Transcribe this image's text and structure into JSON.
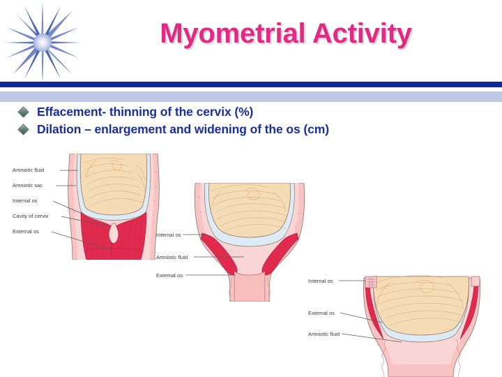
{
  "slide": {
    "title": "Myometrial Activity",
    "title_color": "#E22A84",
    "divider_navy_color": "#102897",
    "divider_light_color": "#BDC8E6",
    "body_text_color": "#1A2E9E",
    "background_color": "#FFFFFF"
  },
  "logo": {
    "name": "starburst-logo",
    "color_dark": "#1F3E9E",
    "color_light": "#C3CEE9"
  },
  "bullets": [
    {
      "marker": "diamond-bullet",
      "text": "Effacement- thinning of the cervix  (%)"
    },
    {
      "marker": "diamond-bullet",
      "text": "Dilation – enlargement and widening of the os (cm)"
    }
  ],
  "figures": [
    {
      "name": "cervix-uneffaced-undilated",
      "labels": [
        {
          "text": "Amniotic fluid"
        },
        {
          "text": "Amniotic sac"
        },
        {
          "text": "Internal os"
        },
        {
          "text": "Cavity of cervix"
        },
        {
          "text": "External os"
        }
      ]
    },
    {
      "name": "cervix-effaced",
      "labels": [
        {
          "text": "Internal os"
        },
        {
          "text": "Amniotic fluid"
        },
        {
          "text": "External os"
        }
      ]
    },
    {
      "name": "cervix-dilated",
      "labels": [
        {
          "text": "Internal os"
        },
        {
          "text": "External os"
        },
        {
          "text": "Amniotic fluid"
        }
      ]
    }
  ],
  "palette": {
    "fetal_head": "#F6DCB6",
    "amniotic_fluid": "#D8E9F4",
    "cervix_red": "#E02B4E",
    "uterine_wall_pink": "#F6BFBF",
    "outline": "#6E6256",
    "label_text": "#3B3B3B"
  }
}
